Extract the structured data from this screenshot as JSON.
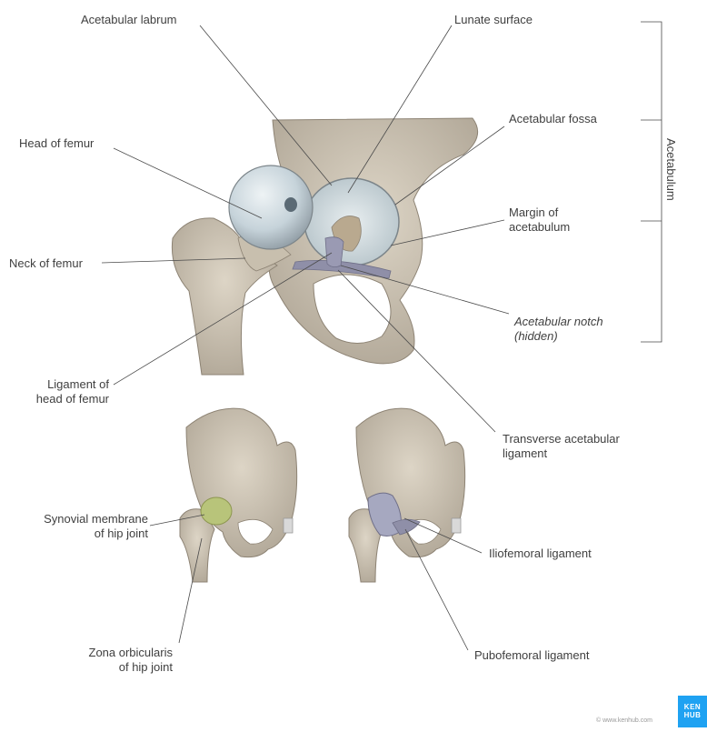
{
  "labels": {
    "acetabular_labrum": "Acetabular labrum",
    "lunate_surface": "Lunate surface",
    "acetabular_fossa": "Acetabular fossa",
    "head_of_femur": "Head of femur",
    "margin_line1": "Margin of",
    "margin_line2": "acetabulum",
    "neck_of_femur": "Neck of femur",
    "notch_line1": "Acetabular notch",
    "notch_line2": "(hidden)",
    "ligament_head_line1": "Ligament of",
    "ligament_head_line2": "head of femur",
    "transverse_line1": "Transverse acetabular",
    "transverse_line2": "ligament",
    "synovial_line1": "Synovial membrane",
    "synovial_line2": "of hip joint",
    "iliofemoral": "Iliofemoral ligament",
    "zona_line1": "Zona orbicularis",
    "zona_line2": "of hip joint",
    "pubofemoral": "Pubofemoral ligament",
    "acetabulum": "Acetabulum"
  },
  "logo": {
    "line1": "KEN",
    "line2": "HUB"
  },
  "copyright": "© www.kenhub.com",
  "colors": {
    "bone": "#cfc6b6",
    "bone_shadow": "#9d9384",
    "femoral_head": "#c6d3da",
    "ligament": "#8f8fa8",
    "synovial": "#b8c47a",
    "leader": "#4a4a4a",
    "brand": "#1fa2f2"
  }
}
